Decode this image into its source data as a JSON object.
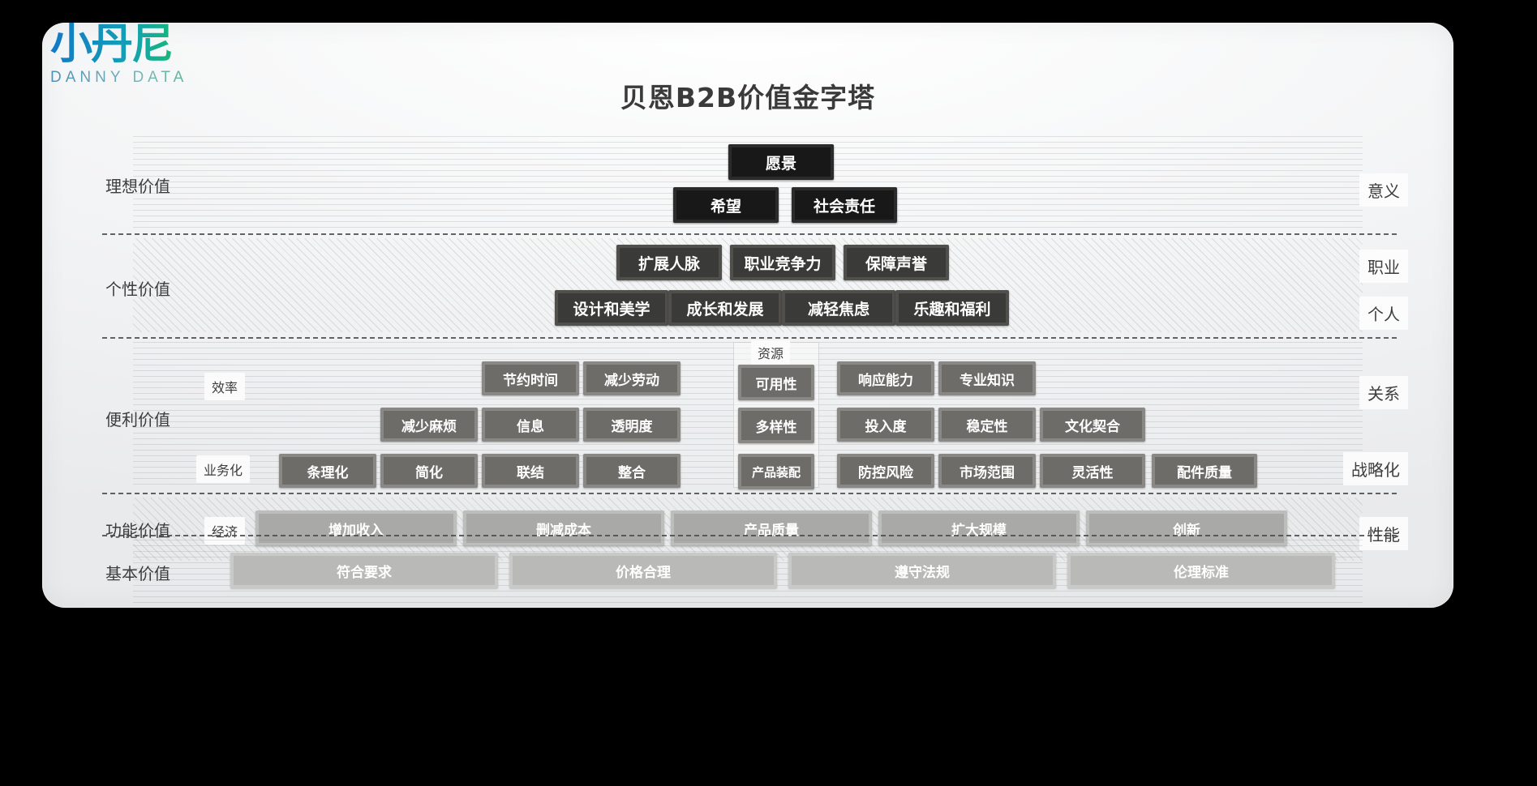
{
  "logo": {
    "mark": "小丹尼",
    "sub": "DANNY DATA"
  },
  "title": "贝恩B2B价值金字塔",
  "colors": {
    "page_background": "#000000",
    "card_background": "#f2f3f4",
    "tier1_box": "#181818",
    "tier2_box": "#3a3a38",
    "tier3_box": "#6e6c69",
    "tier4_box": "#a9a9a7",
    "tier5_box": "#b9b9b7",
    "divider": "#4a4a4a",
    "text_dark": "#3d3d3d",
    "text_on_box": "#ffffff",
    "logo_gradient_start": "#1277c7",
    "logo_gradient_end": "#22c55e"
  },
  "tiers": [
    {
      "id": "ideal",
      "left_label": "理想价值",
      "right_labels": [
        "意义"
      ],
      "texture": "horizontal-lines",
      "rows": [
        {
          "boxes": [
            {
              "label": "愿景"
            }
          ]
        },
        {
          "boxes": [
            {
              "label": "希望"
            },
            {
              "label": "社会责任"
            }
          ]
        }
      ]
    },
    {
      "id": "individual",
      "left_label": "个性价值",
      "right_labels": [
        "职业",
        "个人"
      ],
      "texture": "diagonal-hatch",
      "rows": [
        {
          "boxes": [
            {
              "label": "扩展人脉"
            },
            {
              "label": "职业竞争力"
            },
            {
              "label": "保障声誉"
            }
          ]
        },
        {
          "boxes": [
            {
              "label": "设计和美学"
            },
            {
              "label": "成长和发展"
            },
            {
              "label": "减轻焦虑"
            },
            {
              "label": "乐趣和福利"
            }
          ]
        }
      ]
    },
    {
      "id": "ease",
      "left_label": "便利价值",
      "left_sub_labels": [
        "效率",
        "业务化"
      ],
      "right_labels": [
        "关系",
        "战略化"
      ],
      "center_group_label": "资源",
      "texture": "horizontal-lines",
      "rows": [
        {
          "left_boxes": [
            {
              "label": "节约时间"
            },
            {
              "label": "减少劳动"
            }
          ],
          "center_boxes": [
            {
              "label": "可用性"
            }
          ],
          "right_boxes": [
            {
              "label": "响应能力"
            },
            {
              "label": "专业知识"
            }
          ]
        },
        {
          "left_boxes": [
            {
              "label": "减少麻烦"
            },
            {
              "label": "信息"
            },
            {
              "label": "透明度"
            }
          ],
          "center_boxes": [
            {
              "label": "多样性"
            }
          ],
          "right_boxes": [
            {
              "label": "投入度"
            },
            {
              "label": "稳定性"
            },
            {
              "label": "文化契合"
            }
          ]
        },
        {
          "left_boxes": [
            {
              "label": "条理化"
            },
            {
              "label": "简化"
            },
            {
              "label": "联结"
            },
            {
              "label": "整合"
            }
          ],
          "center_boxes": [
            {
              "label": "产品装配"
            }
          ],
          "right_boxes": [
            {
              "label": "防控风险"
            },
            {
              "label": "市场范围"
            },
            {
              "label": "灵活性"
            },
            {
              "label": "配件质量"
            }
          ]
        }
      ]
    },
    {
      "id": "functional",
      "left_label": "功能价值",
      "left_sub_labels": [
        "经济"
      ],
      "right_labels": [
        "性能"
      ],
      "texture": "diagonal-hatch",
      "rows": [
        {
          "boxes": [
            {
              "label": "增加收入"
            },
            {
              "label": "删减成本"
            },
            {
              "label": "产品质量"
            },
            {
              "label": "扩大规模"
            },
            {
              "label": "创新"
            }
          ]
        }
      ]
    },
    {
      "id": "basic",
      "left_label": "基本价值",
      "right_labels": [],
      "texture": "horizontal-lines",
      "rows": [
        {
          "boxes": [
            {
              "label": "符合要求"
            },
            {
              "label": "价格合理"
            },
            {
              "label": "遵守法规"
            },
            {
              "label": "伦理标准"
            }
          ]
        }
      ]
    }
  ]
}
